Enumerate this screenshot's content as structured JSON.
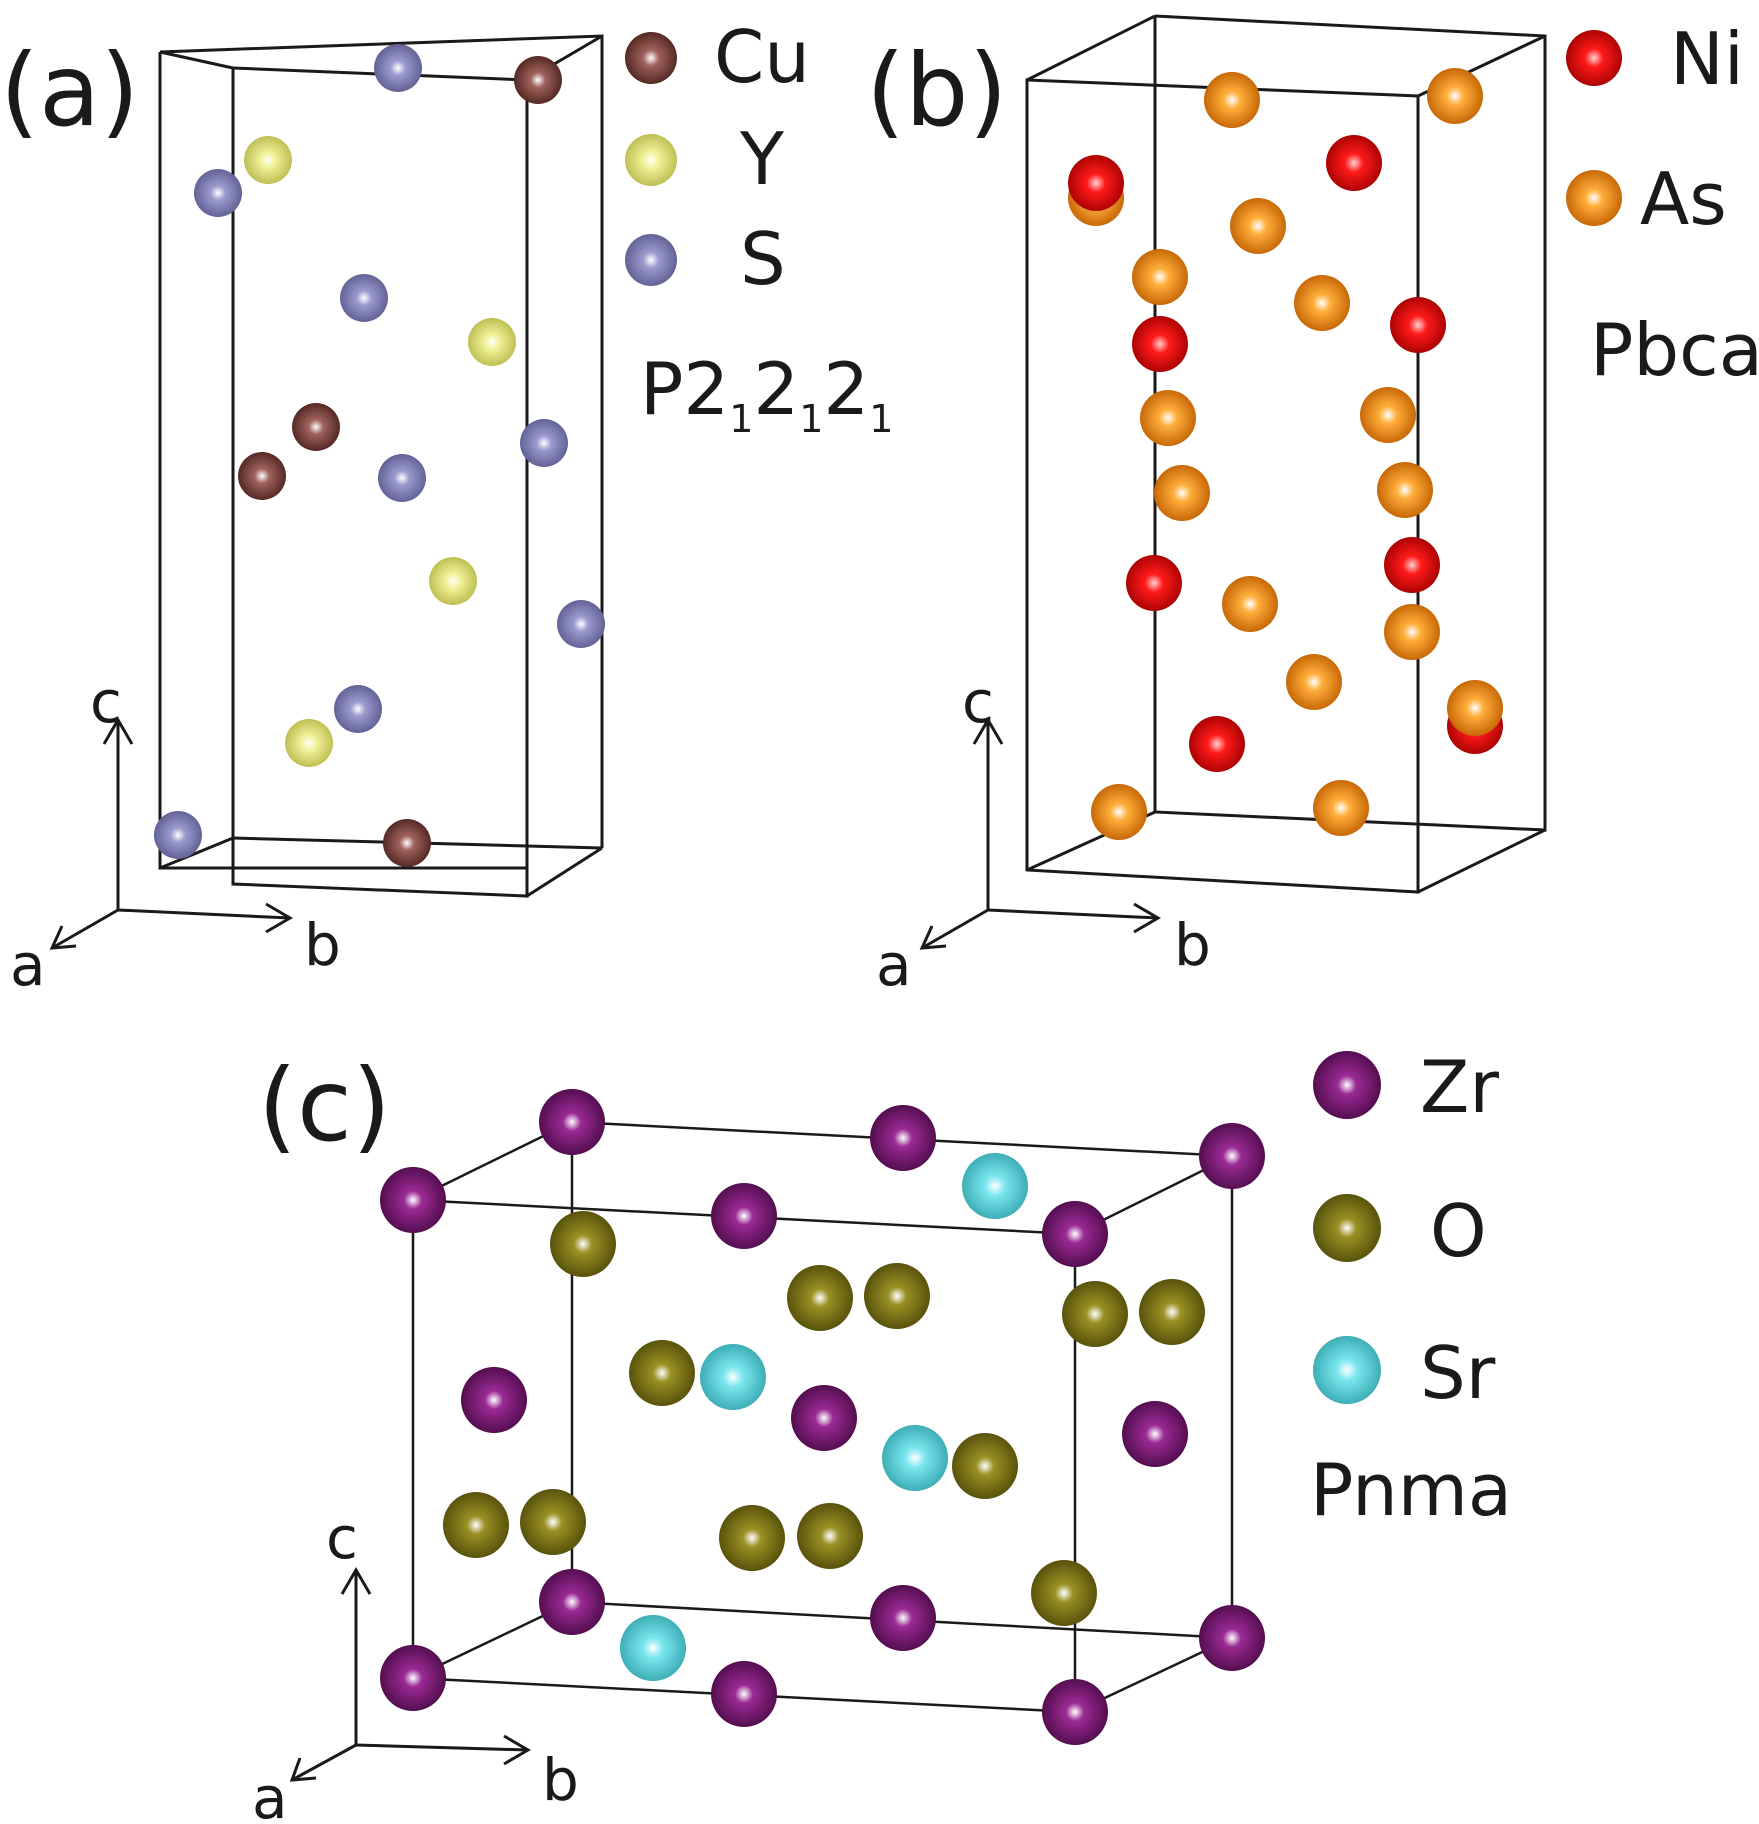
{
  "panels": [
    {
      "label": "(a)",
      "space_group": {
        "main": "P2",
        "parts": [
          {
            "sub": "1",
            "base": "2"
          },
          {
            "sub": "1",
            "base": "2"
          },
          {
            "sub": "1",
            "base": ""
          }
        ]
      },
      "axes": {
        "c": "c",
        "a": "a",
        "b": "b"
      },
      "legend": [
        {
          "element": "Cu",
          "color": "#6e3b36"
        },
        {
          "element": "Y",
          "color": "#e6e67a"
        },
        {
          "element": "S",
          "color": "#7f7fb5"
        }
      ]
    },
    {
      "label": "(b)",
      "space_group": {
        "main": "Pbca",
        "parts": []
      },
      "axes": {
        "c": "c",
        "a": "a",
        "b": "b"
      },
      "legend": [
        {
          "element": "Ni",
          "color": "#e60000"
        },
        {
          "element": "As",
          "color": "#ee8a10"
        }
      ]
    },
    {
      "label": "(c)",
      "space_group": {
        "main": "Pnma",
        "parts": []
      },
      "axes": {
        "c": "c",
        "a": "a",
        "b": "b"
      },
      "legend": [
        {
          "element": "Zr",
          "color": "#7a1474"
        },
        {
          "element": "O",
          "color": "#7d7414"
        },
        {
          "element": "Sr",
          "color": "#5fd6de"
        }
      ]
    }
  ]
}
